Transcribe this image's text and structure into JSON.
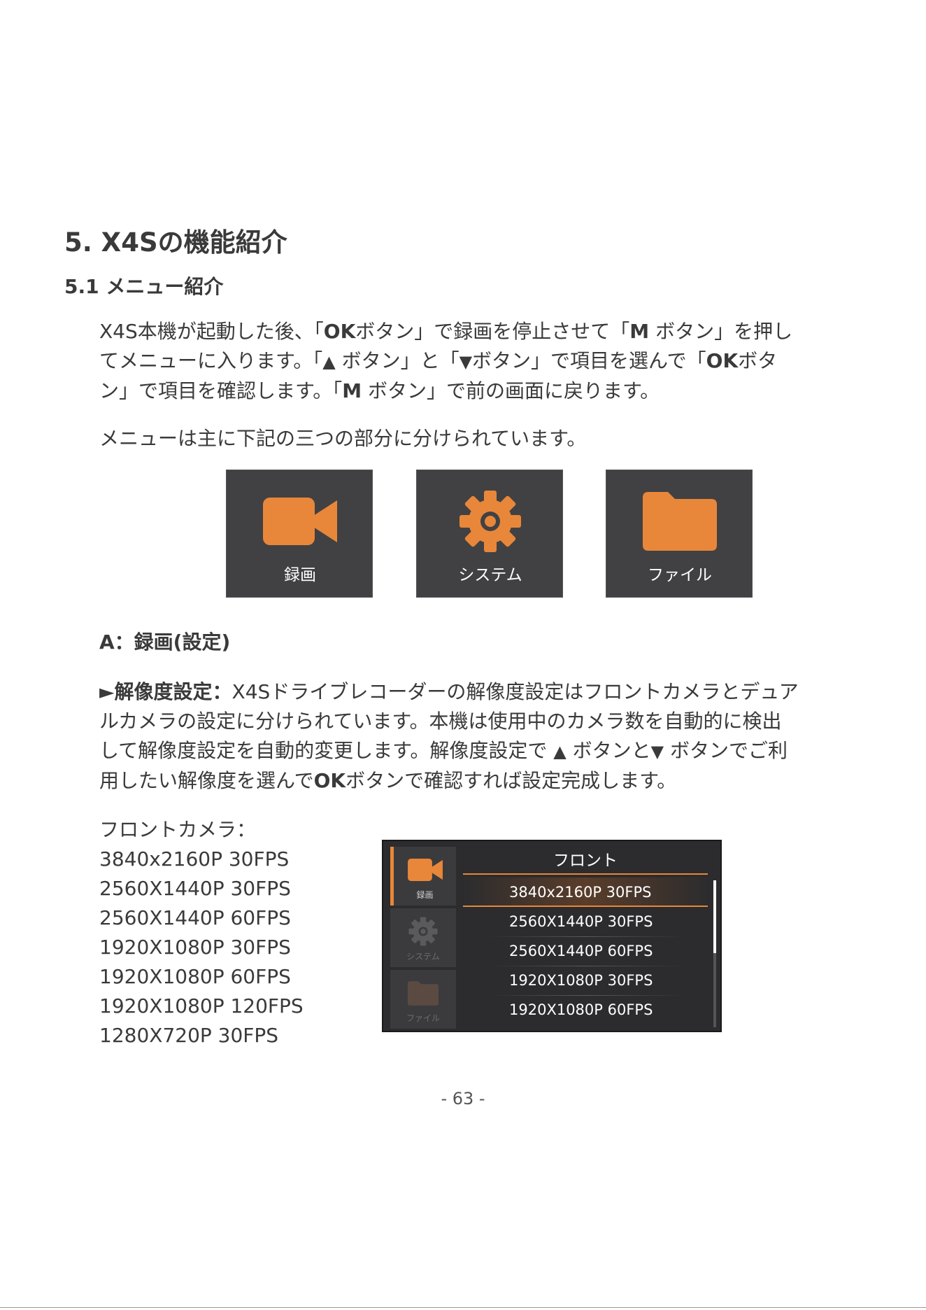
{
  "heading": "5. X4Sの機能紹介",
  "subheading": "5.1 メニュー紹介",
  "intro": {
    "l1a": "X4S本機が起動した後、「",
    "l1b": "OK",
    "l1c": "ボタン」で録画を停止させて「",
    "l1d": "M",
    "l1e": " ボタン」を押し",
    "l2a": "てメニューに入ります。「",
    "l2b": "▲",
    "l2c": " ボタン」と「",
    "l2d": "▼",
    "l2e": "ボタン」で項目を選んで「",
    "l2f": "OK",
    "l2g": "ボタ",
    "l3a": "ン」で項目を確認します。「",
    "l3b": "M",
    "l3c": " ボタン」で前の画面に戻ります。"
  },
  "sections_intro": "メニューは主に下記の三つの部分に分けられています。",
  "menu_tiles": [
    {
      "label": "録画",
      "icon": "video-camera-icon"
    },
    {
      "label": "システム",
      "icon": "gear-icon"
    },
    {
      "label": "ファイル",
      "icon": "folder-icon"
    }
  ],
  "section_a": "A：録画(設定)",
  "resolution": {
    "l1a": "►解像度設定：",
    "l1b": "X4Sドライブレコーダーの解像度設定はフロントカメラとデュア",
    "l2": "ルカメラの設定に分けられています。本機は使用中のカメラ数を自動的に検出",
    "l3a": "して解像度設定を自動的変更します。解像度設定で ",
    "l3b": "▲",
    "l3c": " ボタンと",
    "l3d": "▼",
    "l3e": " ボタンでご利",
    "l4a": "用したい解像度を選んで",
    "l4b": "OK",
    "l4c": "ボタンで確認すれば設定完成します。"
  },
  "front_camera_label": "フロントカメラ：",
  "front_resolutions": [
    "3840x2160P 30FPS",
    "2560X1440P 30FPS",
    "2560X1440P 60FPS",
    "1920X1080P 30FPS",
    "1920X1080P 60FPS",
    "1920X1080P 120FPS",
    "1280X720P 30FPS"
  ],
  "screen": {
    "title": "フロント",
    "sidebar": [
      "録画",
      "システム",
      "ファイル"
    ],
    "options": [
      "3840x2160P 30FPS",
      "2560X1440P 30FPS",
      "2560X1440P 60FPS",
      "1920X1080P 30FPS",
      "1920X1080P 60FPS"
    ]
  },
  "page_number": "- 63 -",
  "colors": {
    "accent": "#e8873a",
    "tile_bg": "#414143"
  }
}
